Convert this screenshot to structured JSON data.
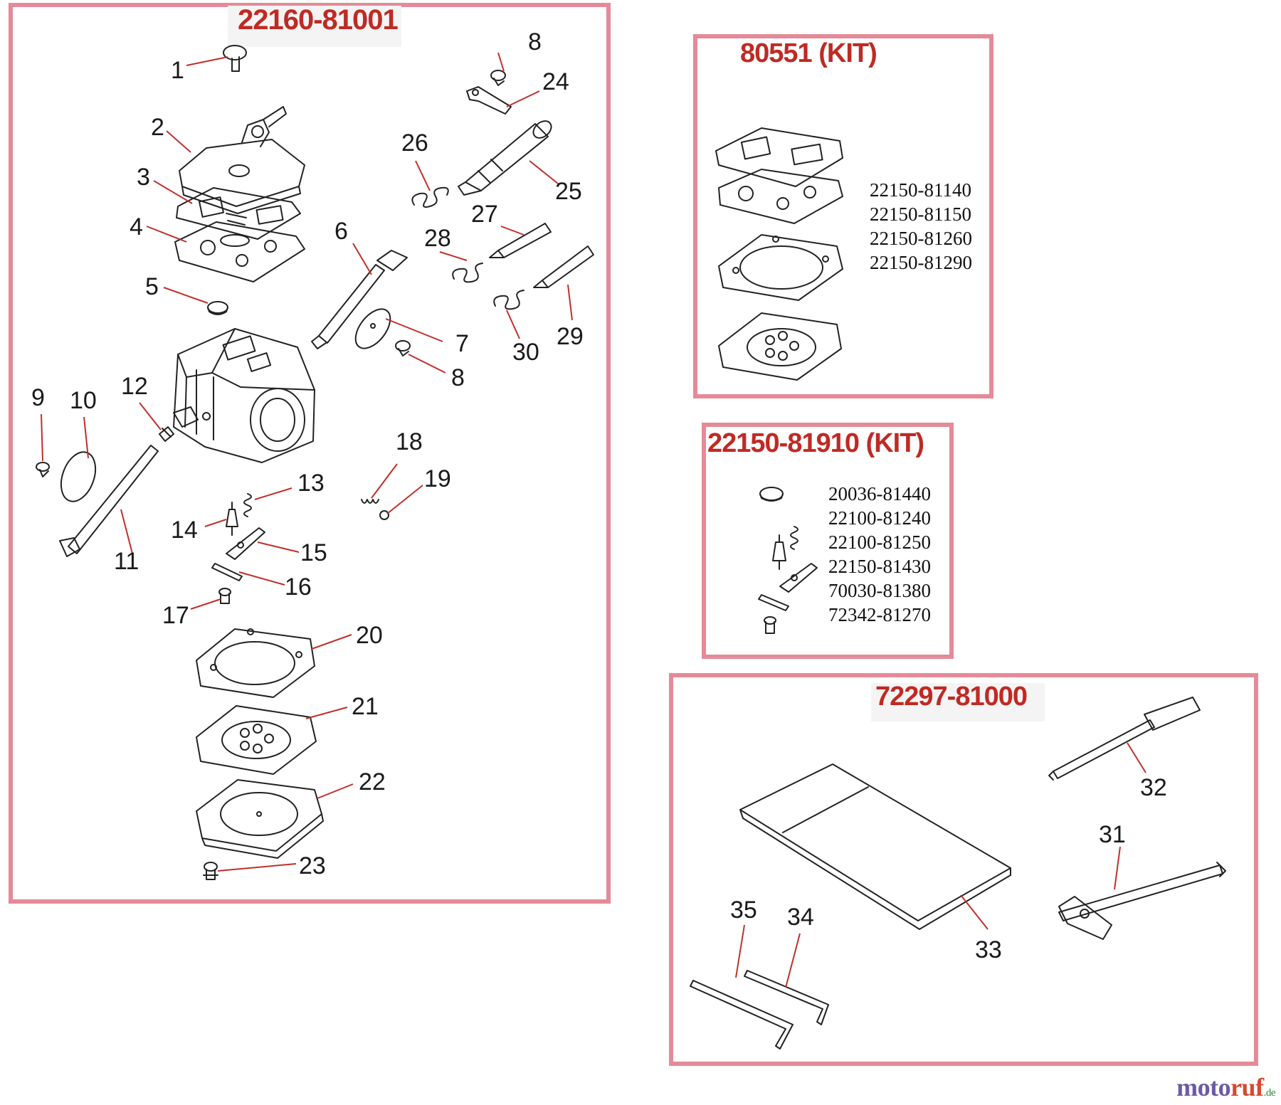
{
  "carburetor_assembly": {
    "part_number": "22160-81001",
    "callouts": [
      "1",
      "2",
      "3",
      "4",
      "5",
      "6",
      "7",
      "8",
      "8",
      "9",
      "10",
      "11",
      "12",
      "13",
      "14",
      "15",
      "16",
      "17",
      "18",
      "19",
      "20",
      "21",
      "22",
      "23",
      "24",
      "25",
      "26",
      "27",
      "28",
      "29",
      "30"
    ]
  },
  "diaphragm_kit": {
    "title": "80551 (KIT)",
    "parts": [
      "22150-81140",
      "22150-81150",
      "22150-81260",
      "22150-81290"
    ]
  },
  "needle_kit": {
    "title": "22150-81910 (KIT)",
    "parts": [
      "20036-81440",
      "22100-81240",
      "22100-81250",
      "22150-81430",
      "70030-81380",
      "72342-81270"
    ]
  },
  "tool_kit": {
    "part_number": "72297-81000",
    "callouts": [
      "31",
      "32",
      "33",
      "34",
      "35"
    ]
  },
  "watermark": {
    "part1": "moto",
    "part2": "ruf",
    "part3": ".de"
  },
  "colors": {
    "frame": "#e58a98",
    "title": "#c02a24",
    "leader": "#c0302a",
    "drawing": "#222222"
  }
}
